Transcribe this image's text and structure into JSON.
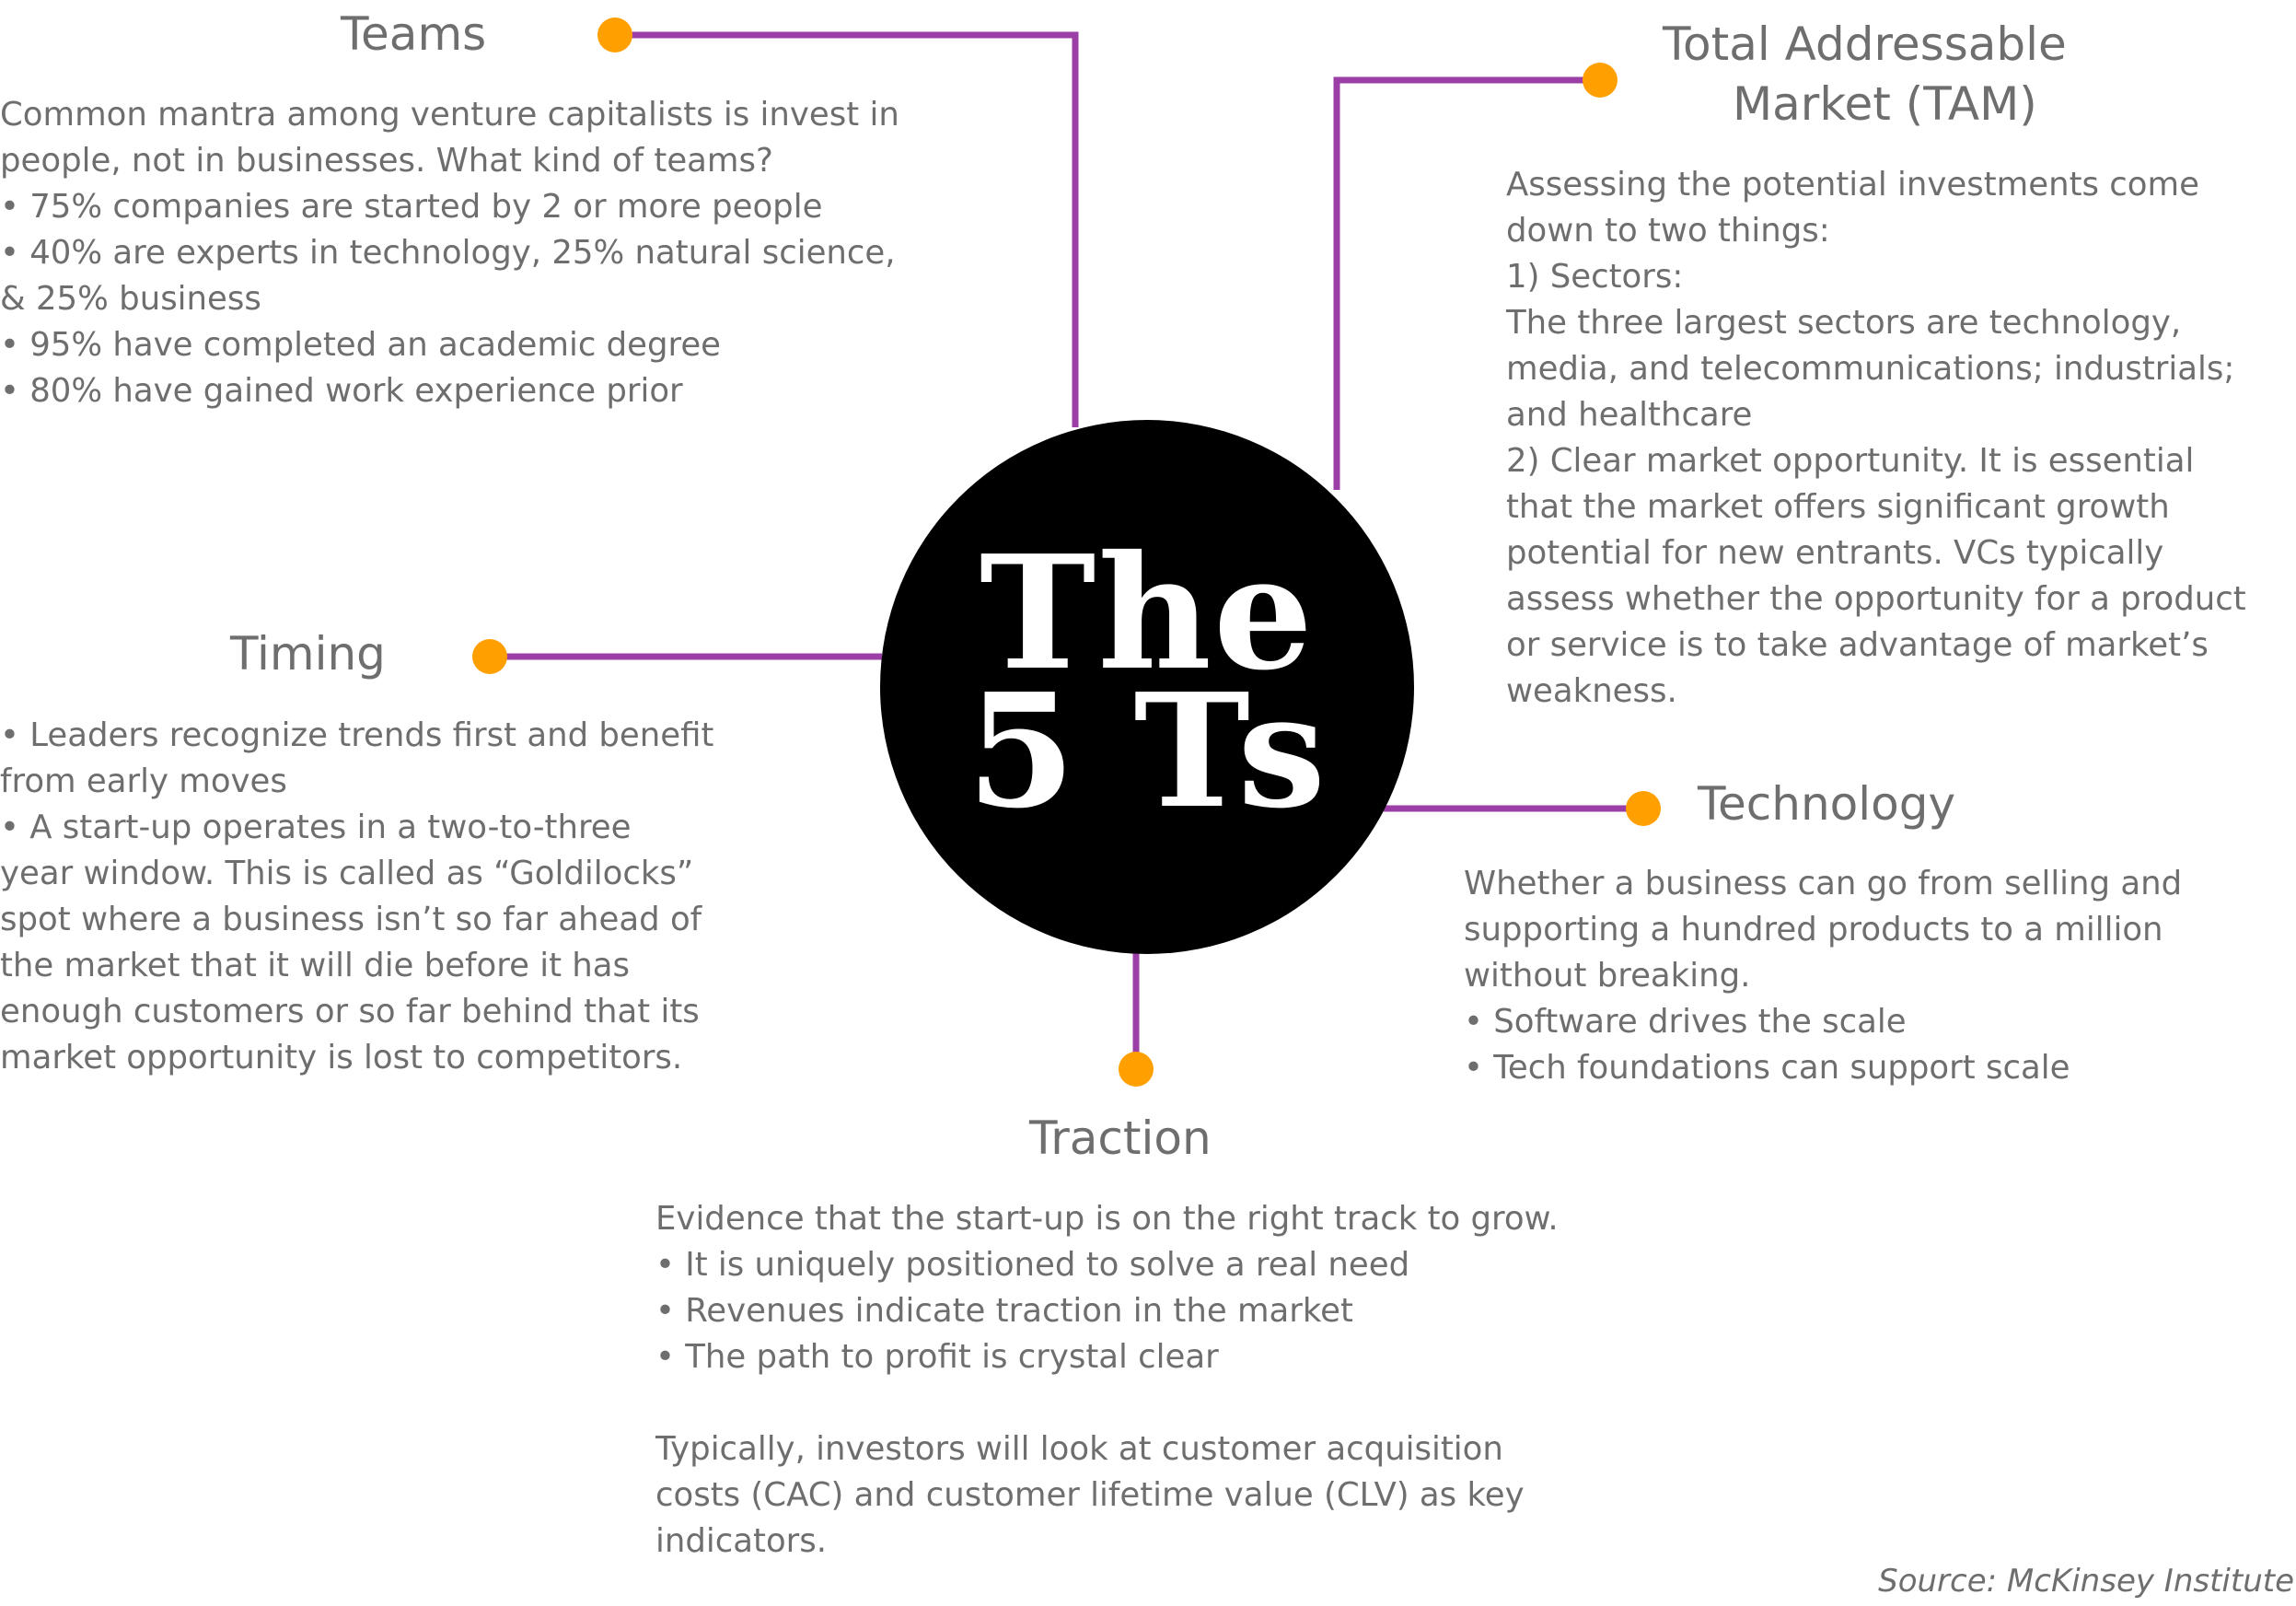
{
  "accent_line_color": "#9b3fa7",
  "node_dot_color": "#ffa000",
  "text_color": "#6e6e6e",
  "hub": {
    "line1": "The",
    "line2": "5 Ts"
  },
  "teams": {
    "title": "Teams",
    "lines": [
      "Common mantra among venture capitalists is invest in",
      "people, not in businesses. What kind of teams?",
      "• 75% companies are started by 2 or more people",
      "• 40% are experts in technology, 25% natural science,",
      "& 25% business",
      "• 95% have completed an academic degree",
      "• 80% have gained work experience prior"
    ]
  },
  "tam": {
    "title_line1": "Total Addressable",
    "title_line2": "Market (TAM)",
    "lines": [
      "Assessing the potential investments come",
      "down to two things:",
      "1) Sectors:",
      "The three largest sectors are technology,",
      "media, and telecommunications; industrials;",
      "and healthcare",
      "2) Clear market opportunity. It is essential",
      "that the market offers significant growth",
      "potential for new entrants. VCs typically",
      "assess whether the opportunity for a product",
      "or service is to take advantage of market’s",
      "weakness."
    ]
  },
  "timing": {
    "title": "Timing",
    "lines": [
      "• Leaders recognize trends first and benefit",
      "from early moves",
      "• A start-up operates in a two-to-three",
      "year window. This is called as “Goldilocks”",
      "spot where a business isn’t so far ahead of",
      "the market that it will die before it has",
      "enough customers or so far behind that its",
      "market opportunity is lost to competitors."
    ]
  },
  "technology": {
    "title": "Technology",
    "lines": [
      "Whether a business can go from selling and",
      "supporting a hundred products to a million",
      "without breaking.",
      "• Software drives the scale",
      "• Tech foundations can support scale"
    ]
  },
  "traction": {
    "title": "Traction",
    "intro": "Evidence that the start-up is on the right track to grow.",
    "bullets": [
      "•  It is uniquely positioned to solve a real need",
      "•  Revenues indicate traction in the market",
      "•  The path to profit is crystal clear"
    ],
    "closing": [
      "Typically, investors will look at customer acquisition",
      "costs (CAC) and customer lifetime value (CLV) as key",
      "indicators."
    ]
  },
  "source": "Source: McKinsey Institute"
}
